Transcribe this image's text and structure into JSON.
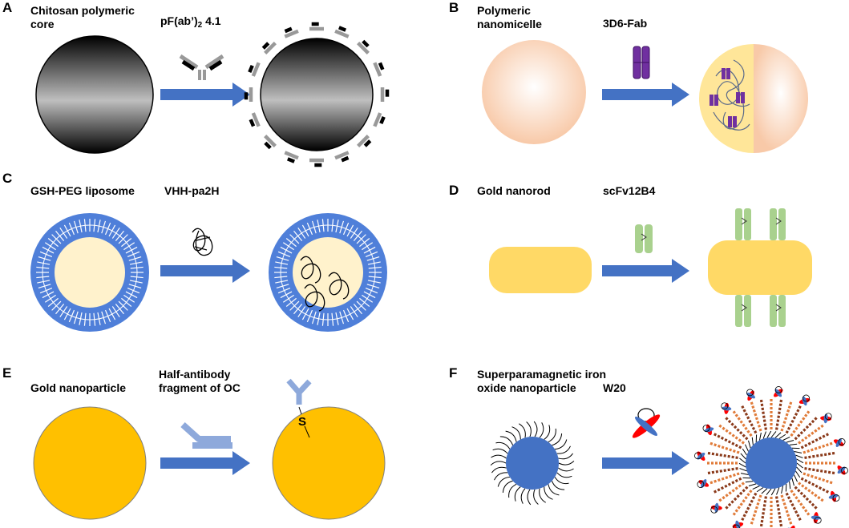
{
  "panels": {
    "A": {
      "letter": "A",
      "label_line1": "Chitosan polymeric",
      "label_line2": "core",
      "reagent_pre": "pF(ab’)",
      "reagent_sub": "2",
      "reagent_post": "4.1"
    },
    "B": {
      "letter": "B",
      "label_line1": "Polymeric",
      "label_line2": "nanomicelle",
      "reagent": "3D6-Fab"
    },
    "C": {
      "letter": "C",
      "label": "GSH-PEG liposome",
      "reagent": "VHH-pa2H"
    },
    "D": {
      "letter": "D",
      "label": "Gold nanorod",
      "reagent": "scFv12B4"
    },
    "E": {
      "letter": "E",
      "label": "Gold nanoparticle",
      "reagent_line1": "Half-antibody",
      "reagent_line2": "fragment of OC",
      "bond_label": "S"
    },
    "F": {
      "letter": "F",
      "label_line1": "Superparamagnetic iron",
      "label_line2": "oxide nanoparticle",
      "reagent": "W20"
    }
  },
  "colors": {
    "arrow": "#4472c4",
    "gold": "#ffc000",
    "nanorod": "#ffd966",
    "liposome_blue": "#4f7fd9",
    "liposome_core": "#fff2cc",
    "micelle_pink": "#f8c9a8",
    "fab_purple": "#7030a0",
    "scfv_green": "#a9d18e",
    "iron_blue": "#4472c4",
    "halfab_blue": "#8ea9db"
  }
}
